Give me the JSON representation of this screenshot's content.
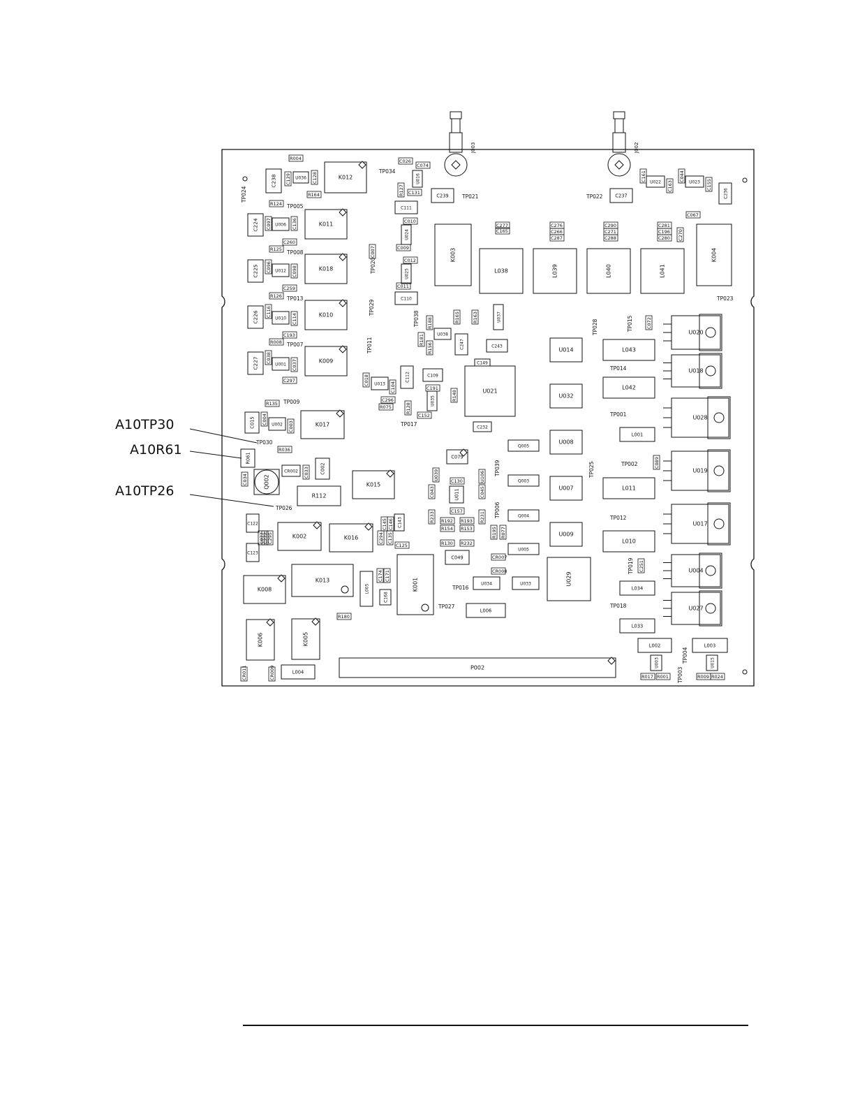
{
  "callouts": [
    {
      "label": "A10TP30"
    },
    {
      "label": "A10R61"
    },
    {
      "label": "A10TP26"
    }
  ],
  "connectors": [
    {
      "ref": "J003"
    },
    {
      "ref": "J002"
    }
  ],
  "components": [
    {
      "ref": "K012"
    },
    {
      "ref": "K011"
    },
    {
      "ref": "K018"
    },
    {
      "ref": "K010"
    },
    {
      "ref": "K009"
    },
    {
      "ref": "K017"
    },
    {
      "ref": "K015"
    },
    {
      "ref": "K002"
    },
    {
      "ref": "K016"
    },
    {
      "ref": "K013"
    },
    {
      "ref": "K008"
    },
    {
      "ref": "K006"
    },
    {
      "ref": "K005"
    },
    {
      "ref": "K001"
    },
    {
      "ref": "K003"
    },
    {
      "ref": "K004"
    },
    {
      "ref": "L038"
    },
    {
      "ref": "L039"
    },
    {
      "ref": "L040"
    },
    {
      "ref": "L041"
    },
    {
      "ref": "U014"
    },
    {
      "ref": "U032"
    },
    {
      "ref": "U008"
    },
    {
      "ref": "U007"
    },
    {
      "ref": "U009"
    },
    {
      "ref": "U021"
    },
    {
      "ref": "U029"
    },
    {
      "ref": "U034"
    },
    {
      "ref": "U033"
    },
    {
      "ref": "U020"
    },
    {
      "ref": "U018"
    },
    {
      "ref": "U028"
    },
    {
      "ref": "U019"
    },
    {
      "ref": "U017"
    },
    {
      "ref": "U004"
    },
    {
      "ref": "U027"
    },
    {
      "ref": "L043"
    },
    {
      "ref": "L042"
    },
    {
      "ref": "L001"
    },
    {
      "ref": "L011"
    },
    {
      "ref": "L010"
    },
    {
      "ref": "L034"
    },
    {
      "ref": "L033"
    },
    {
      "ref": "L002"
    },
    {
      "ref": "L003"
    },
    {
      "ref": "L004"
    },
    {
      "ref": "L005"
    },
    {
      "ref": "L006"
    },
    {
      "ref": "Q005"
    },
    {
      "ref": "Q003"
    },
    {
      "ref": "Q004"
    },
    {
      "ref": "U005"
    },
    {
      "ref": "C049"
    },
    {
      "ref": "C079"
    },
    {
      "ref": "P002"
    },
    {
      "ref": "R112"
    },
    {
      "ref": "R061"
    },
    {
      "ref": "Q002"
    },
    {
      "ref": "C002"
    },
    {
      "ref": "C239"
    },
    {
      "ref": "C237"
    },
    {
      "ref": "C236"
    },
    {
      "ref": "C111"
    },
    {
      "ref": "C110"
    },
    {
      "ref": "C243"
    },
    {
      "ref": "C247"
    },
    {
      "ref": "C109"
    },
    {
      "ref": "C112"
    },
    {
      "ref": "C238"
    },
    {
      "ref": "C224"
    },
    {
      "ref": "C225"
    },
    {
      "ref": "C226"
    },
    {
      "ref": "C227"
    },
    {
      "ref": "C015"
    },
    {
      "ref": "C122"
    },
    {
      "ref": "C123"
    },
    {
      "ref": "C143"
    },
    {
      "ref": "C168"
    },
    {
      "ref": "U037"
    },
    {
      "ref": "U011"
    },
    {
      "ref": "U036"
    },
    {
      "ref": "U006"
    },
    {
      "ref": "U012"
    },
    {
      "ref": "U010"
    },
    {
      "ref": "U001"
    },
    {
      "ref": "U002"
    },
    {
      "ref": "U013"
    },
    {
      "ref": "U022"
    },
    {
      "ref": "U023"
    },
    {
      "ref": "U038"
    },
    {
      "ref": "U035"
    },
    {
      "ref": "U024"
    },
    {
      "ref": "U025"
    },
    {
      "ref": "U016"
    },
    {
      "ref": "U003"
    },
    {
      "ref": "U015"
    },
    {
      "ref": "C232"
    },
    {
      "ref": "C149"
    },
    {
      "ref": "CR002"
    }
  ],
  "test_points": [
    {
      "ref": "TP024"
    },
    {
      "ref": "TP005"
    },
    {
      "ref": "TP008"
    },
    {
      "ref": "TP013"
    },
    {
      "ref": "TP007"
    },
    {
      "ref": "TP009"
    },
    {
      "ref": "TP030"
    },
    {
      "ref": "TP026"
    },
    {
      "ref": "TP034"
    },
    {
      "ref": "TP021"
    },
    {
      "ref": "TP022"
    },
    {
      "ref": "TP020"
    },
    {
      "ref": "TP029"
    },
    {
      "ref": "TP038"
    },
    {
      "ref": "TP011"
    },
    {
      "ref": "TP017"
    },
    {
      "ref": "TP023"
    },
    {
      "ref": "TP028"
    },
    {
      "ref": "TP015"
    },
    {
      "ref": "TP014"
    },
    {
      "ref": "TP001"
    },
    {
      "ref": "TP002"
    },
    {
      "ref": "TP025"
    },
    {
      "ref": "TP039"
    },
    {
      "ref": "TP006"
    },
    {
      "ref": "TP012"
    },
    {
      "ref": "TP019"
    },
    {
      "ref": "TP018"
    },
    {
      "ref": "TP016"
    },
    {
      "ref": "TP027"
    },
    {
      "ref": "TP004"
    },
    {
      "ref": "TP003"
    }
  ],
  "small_parts": [
    {
      "ref": "R004"
    },
    {
      "ref": "C129"
    },
    {
      "ref": "C128"
    },
    {
      "ref": "R164"
    },
    {
      "ref": "R124"
    },
    {
      "ref": "C097"
    },
    {
      "ref": "C136"
    },
    {
      "ref": "C260"
    },
    {
      "ref": "R125"
    },
    {
      "ref": "C096"
    },
    {
      "ref": "C098"
    },
    {
      "ref": "C259"
    },
    {
      "ref": "R126"
    },
    {
      "ref": "C116"
    },
    {
      "ref": "C114"
    },
    {
      "ref": "C193"
    },
    {
      "ref": "R008"
    },
    {
      "ref": "C038"
    },
    {
      "ref": "C037"
    },
    {
      "ref": "C297"
    },
    {
      "ref": "R135"
    },
    {
      "ref": "C004"
    },
    {
      "ref": "C003"
    },
    {
      "ref": "R036"
    },
    {
      "ref": "C033"
    },
    {
      "ref": "C034"
    },
    {
      "ref": "C026"
    },
    {
      "ref": "C074"
    },
    {
      "ref": "R127"
    },
    {
      "ref": "C131"
    },
    {
      "ref": "C010"
    },
    {
      "ref": "C009"
    },
    {
      "ref": "C007"
    },
    {
      "ref": "C012"
    },
    {
      "ref": "C011"
    },
    {
      "ref": "R188"
    },
    {
      "ref": "R165"
    },
    {
      "ref": "R163"
    },
    {
      "ref": "R181"
    },
    {
      "ref": "R156"
    },
    {
      "ref": "C018"
    },
    {
      "ref": "C104"
    },
    {
      "ref": "C296"
    },
    {
      "ref": "R075"
    },
    {
      "ref": "R128"
    },
    {
      "ref": "C191"
    },
    {
      "ref": "R148"
    },
    {
      "ref": "C152"
    },
    {
      "ref": "C161"
    },
    {
      "ref": "C163"
    },
    {
      "ref": "C044"
    },
    {
      "ref": "C155"
    },
    {
      "ref": "C067"
    },
    {
      "ref": "C072"
    },
    {
      "ref": "C089"
    },
    {
      "ref": "C251"
    },
    {
      "ref": "C130"
    },
    {
      "ref": "C157"
    },
    {
      "ref": "R192"
    },
    {
      "ref": "R193"
    },
    {
      "ref": "R154"
    },
    {
      "ref": "R153"
    },
    {
      "ref": "R130"
    },
    {
      "ref": "R232"
    },
    {
      "ref": "R233"
    },
    {
      "ref": "R231"
    },
    {
      "ref": "C145"
    },
    {
      "ref": "C146"
    },
    {
      "ref": "C125"
    },
    {
      "ref": "C174"
    },
    {
      "ref": "C171"
    },
    {
      "ref": "R180"
    },
    {
      "ref": "C077"
    },
    {
      "ref": "C272"
    },
    {
      "ref": "C295"
    },
    {
      "ref": "C294"
    },
    {
      "ref": "C135"
    },
    {
      "ref": "R017"
    },
    {
      "ref": "R001"
    },
    {
      "ref": "R009"
    },
    {
      "ref": "R024"
    },
    {
      "ref": "CR007"
    },
    {
      "ref": "CR008"
    },
    {
      "ref": "CR011"
    },
    {
      "ref": "CR009"
    },
    {
      "ref": "C165"
    },
    {
      "ref": "C287"
    },
    {
      "ref": "C288"
    },
    {
      "ref": "C280"
    },
    {
      "ref": "C276"
    },
    {
      "ref": "C266"
    },
    {
      "ref": "C271"
    },
    {
      "ref": "C196"
    },
    {
      "ref": "C277"
    },
    {
      "ref": "C281"
    },
    {
      "ref": "C270"
    },
    {
      "ref": "C290"
    },
    {
      "ref": "U039"
    },
    {
      "ref": "U106"
    },
    {
      "ref": "R195"
    },
    {
      "ref": "R077"
    },
    {
      "ref": "C043"
    },
    {
      "ref": "C045"
    }
  ]
}
